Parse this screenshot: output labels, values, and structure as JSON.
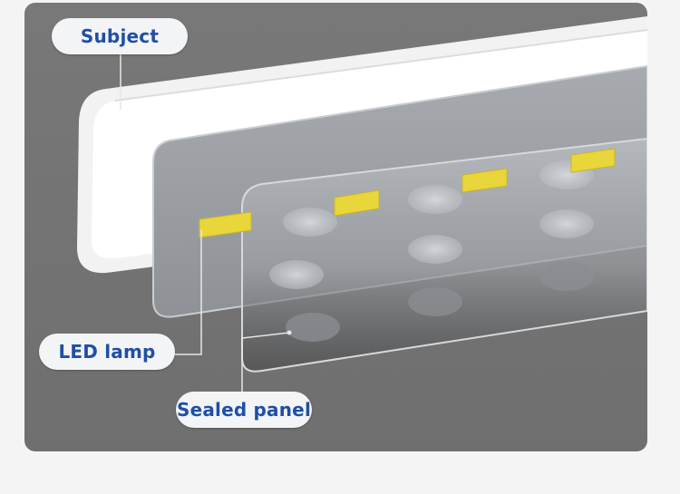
{
  "labels": {
    "subject": "Subject",
    "led_lamp": "LED lamp",
    "sealed_panel": "Sealed panel"
  },
  "colors": {
    "background": "#707070",
    "label_text": "#1f4fa6",
    "label_bg": "#f3f4f6",
    "led_chip": "#e8d63a",
    "leader_line": "#e6e6e6"
  }
}
